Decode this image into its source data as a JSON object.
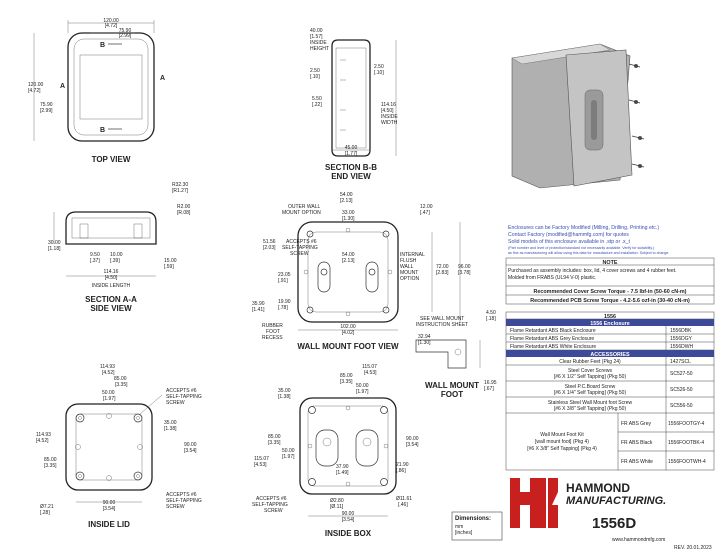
{
  "views": {
    "top": {
      "title": "TOP VIEW",
      "dim_width": "120.00",
      "dim_width_in": "[4.72]",
      "dim_inner_w": "75.90",
      "dim_inner_w_in": "[2.99]",
      "dim_height": "120.00",
      "dim_height_in": "[4.72]",
      "dim_inner_h": "75.90",
      "dim_inner_h_in": "[2.99]",
      "sec_a": "A",
      "sec_b": "B"
    },
    "section_bb": {
      "title": "SECTION B-B",
      "subtitle": "END VIEW",
      "d1": "40.00",
      "d1_in": "[1.57]",
      "d1_lbl1": "INSIDE",
      "d1_lbl2": "HEIGHT",
      "d2": "2.50",
      "d2_in": "[.10]",
      "d3": "2.50",
      "d3_in": "[.10]",
      "d4": "5.50",
      "d4_in": "[.22]",
      "d5": "114.16",
      "d5_in": "[4.50]",
      "d5_lbl1": "INSIDE",
      "d5_lbl2": "WIDTH",
      "d6": "45.00",
      "d6_in": "[1.77]"
    },
    "section_aa": {
      "title": "SECTION A-A",
      "subtitle": "SIDE VIEW",
      "r1": "R32.30",
      "r1_in": "[R1.27]",
      "r2": "R2.00",
      "r2_in": "[R.08]",
      "h": "30.00",
      "h_in": "[1.18]",
      "d1": "9.50",
      "d1_in": "[.37]",
      "d2": "10.00",
      "d2_in": "[.39]",
      "d3": "15.00",
      "d3_in": "[.59]",
      "len": "114.16",
      "len_in": "[4.50]",
      "len_lbl": "INSIDE LENGTH"
    },
    "wall_mount": {
      "title": "WALL MOUNT FOOT VIEW",
      "outer_lbl1": "OUTER WALL",
      "outer_lbl2": "MOUNT OPTION",
      "d54a": "54.00",
      "d54a_in": "[2.13]",
      "d33": "33.00",
      "d33_in": "[1.30]",
      "d12": "12.00",
      "d12_in": "[.47]",
      "d5156": "51.56",
      "d5156_in": "[2.03]",
      "accepts1": "ACCEPTS #6",
      "accepts2": "SELF-TAPPING",
      "accepts3": "SCREW",
      "d54b": "54.00",
      "d54b_in": "[2.13]",
      "int1": "INTERNAL",
      "int2": "FLUSH",
      "int3": "WALL",
      "int4": "MOUNT",
      "int5": "OPTION",
      "d72": "72.00",
      "d72_in": "[2.83]",
      "d96": "96.00",
      "d96_in": "[3.78]",
      "d2305": "23.05",
      "d2305_in": "[.91]",
      "d3590": "35.90",
      "d3590_in": "[1.41]",
      "d1990": "19.90",
      "d1990_in": "[.78]",
      "rub1": "RUBBER",
      "rub2": "FOOT",
      "rub3": "RECESS",
      "d102": "102.00",
      "d102_in": "[4.02]"
    },
    "foot": {
      "title1": "WALL MOUNT",
      "title2": "FOOT",
      "see1": "SEE WALL MOUNT",
      "see2": "INSTRUCTION SHEET",
      "d450": "4.50",
      "d450_in": "[.18]",
      "d3294": "32.94",
      "d3294_in": "[1.30]",
      "d1695": "16.95",
      "d1695_in": "[.67]"
    },
    "lid": {
      "title": "INSIDE LID",
      "d11493": "114.93",
      "d11493_in": "[4.52]",
      "d85": "85.00",
      "d85_in": "[3.35]",
      "d50": "50.00",
      "d50_in": "[1.97]",
      "accepts1": "ACCEPTS #6",
      "accepts2": "SELF-TAPPING",
      "accepts3": "SCREW",
      "d35": "35.00",
      "d35_in": "[1.38]",
      "d11493v": "114.93",
      "d11493v_in": "[4.52]",
      "d85v": "85.00",
      "d85v_in": "[3.35]",
      "d90": "90.00",
      "d90_in": "[3.54]",
      "dia": "Ø7.21",
      "dia_in": "[.28]",
      "d90h": "90.00",
      "d90h_in": "[3.54]"
    },
    "box": {
      "title": "INSIDE BOX",
      "d11507": "115.07",
      "d11507_in": "[4.53]",
      "d85": "85.00",
      "d85_in": "[3.35]",
      "d50": "50.00",
      "d50_in": "[1.97]",
      "d35": "35.00",
      "d35_in": "[1.38]",
      "d11507v": "115.07",
      "d11507v_in": "[4.53]",
      "d85v": "85.00",
      "d85v_in": "[3.35]",
      "d50v": "50.00",
      "d50v_in": "[1.97]",
      "d90": "90.00",
      "d90_in": "[3.54]",
      "d2190": "21.90",
      "d2190_in": "[.86]",
      "d3790": "37.90",
      "d3790_in": "[1.49]",
      "accepts1": "ACCEPTS #6",
      "accepts2": "SELF-TAPPING",
      "accepts3": "SCREW",
      "dia1": "Ø2.80",
      "dia1_in": "[Ø.11]",
      "dia2": "Ø11.61",
      "dia2_in": "[.46]",
      "d90h": "90.00",
      "d90h_in": "[3.54]"
    }
  },
  "info": {
    "line1": "Enclosures can be Factory Modified (Milling, Drilling, Printing etc.)",
    "line2": "Contact Factory (modified@hammfg.com) for quotes",
    "line3": "Solid models of this enclosure available in .stp or .x_t",
    "line4": "(Part number and level of protection/standard not necessarily available. Verify for suitability.)",
    "line5": "as fine as manufacturing will allow using this data for manufacture and installation. Subject to change."
  },
  "note": {
    "header": "NOTE",
    "text1": "Purchased as assembly includes: box, lid, 4 cover screws and 4 rubber feet.",
    "text2": "Molded from FRABS (UL94 V-0) plastic.",
    "torque1": "Recommended Cover Screw Torque - 7.5 lbf-in (50-60 cN-m)",
    "torque2": "Recommended PCB Screw Torque - 4.2-5.6 ozf-in (30-40 cN-m)"
  },
  "table": {
    "model": "1556",
    "sec_enclosure": "1556 Enclosure",
    "sec_accessories": "ACCESSORIES",
    "rows": [
      {
        "desc": "Flame Retardant ABS Black Enclosure",
        "mat": "",
        "pn": "1556DBK"
      },
      {
        "desc": "Flame Retardant ABS Grey Enclosure",
        "mat": "",
        "pn": "1556DGY"
      },
      {
        "desc": "Flame Retardant ABS White Enclosure",
        "mat": "",
        "pn": "1556DWH"
      }
    ],
    "acc": [
      {
        "desc": "Clear Rubber Feet (Pkg 24)",
        "mat": "",
        "pn": "1427SCL"
      },
      {
        "desc": "Steel Cover Screws",
        "desc2": "[#6 X 1/2\" Self Tapping] (Pkg 50)",
        "mat": "",
        "pn": "SC527-50"
      },
      {
        "desc": "Steel P.C.Board Screw",
        "desc2": "[#6 X 1/4\" Self Tapping] (Pkg 50)",
        "mat": "",
        "pn": "SC526-50"
      },
      {
        "desc": "Stainless Steel Wall Mount foot Screw",
        "desc2": "[#6 X 3/8\" Self Tapping] (Pkg 50)",
        "mat": "",
        "pn": "SC556-50"
      }
    ],
    "kit_desc1": "Wall Mount Foot Kit",
    "kit_desc2": "[wall mount foot] (Pkg 4)",
    "kit_desc3": "[#6 X 3/8\" Self Tapping] (Pkg 4)",
    "kit": [
      {
        "mat": "FR ABS Grey",
        "pn": "1556FOOTGY-4"
      },
      {
        "mat": "FR ABS Black",
        "pn": "1556FOOTBK-4"
      },
      {
        "mat": "FR ABS White",
        "pn": "1556FOOTWH-4"
      }
    ]
  },
  "title_block": {
    "company1": "HAMMOND",
    "company2": "MANUFACTURING.",
    "part": "1556D",
    "url": "www.hammondmfg.com",
    "dim_label": "Dimensions:",
    "dim_unit1": "mm",
    "dim_unit2": "[inches]",
    "rev": "REV. 20.01.2023"
  },
  "colors": {
    "logo_red": "#c8201e",
    "info_blue": "#3a4fb0",
    "table_header": "#3d4a9a"
  }
}
